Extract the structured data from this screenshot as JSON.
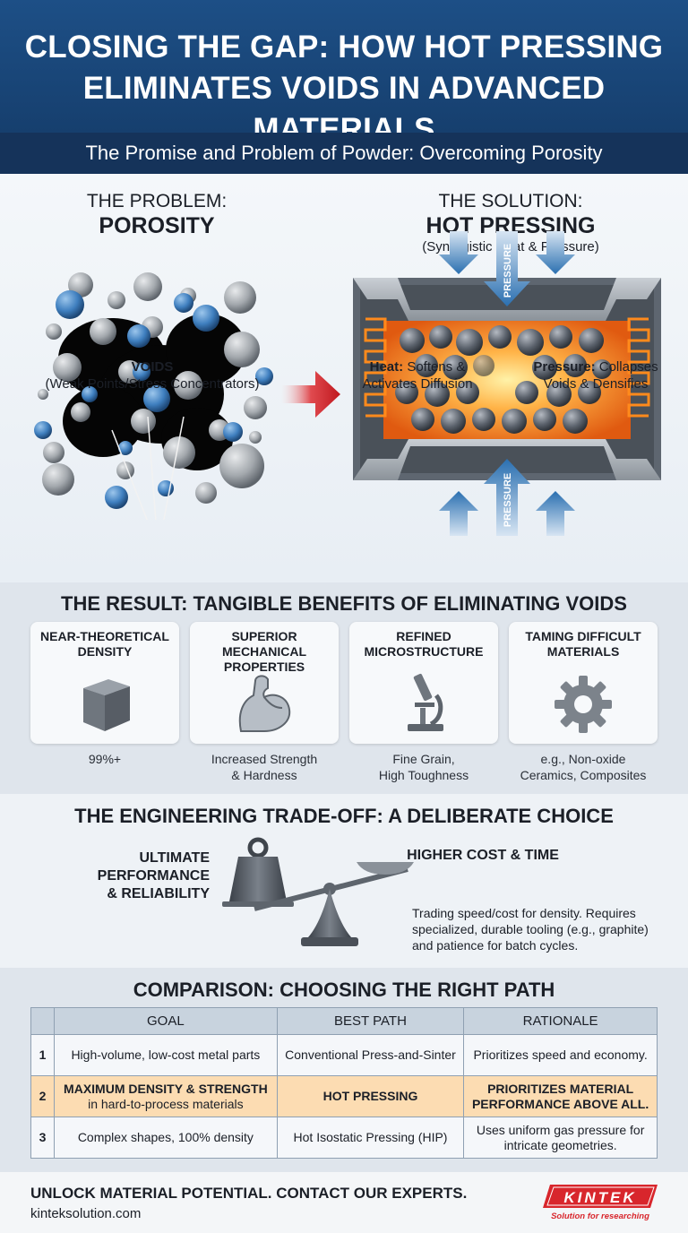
{
  "header": {
    "title_line1": "CLOSING THE GAP: HOW HOT PRESSING",
    "title_line2": "ELIMINATES VOIDS IN ADVANCED MATERIALS",
    "subtitle": "The Promise and Problem of Powder: Overcoming Porosity"
  },
  "problem": {
    "label": "THE PROBLEM:",
    "title": "POROSITY",
    "voids_title": "VOIDS",
    "voids_desc": "(Weak Points/Stress Concentrators)"
  },
  "solution": {
    "label": "THE SOLUTION:",
    "title": "HOT PRESSING",
    "subtitle": "(Synergistic Heat & Pressure)",
    "pressure_arrow_label": "PRESSURE",
    "heat_title": "Heat:",
    "heat_desc_1": "Softens &",
    "heat_desc_2": "Activates Diffusion",
    "pressure_title": "Pressure:",
    "pressure_desc_1": "Collapses",
    "pressure_desc_2": "Voids & Densifies"
  },
  "result": {
    "title": "THE RESULT: TANGIBLE BENEFITS OF ELIMINATING VOIDS",
    "cards": [
      {
        "title_1": "NEAR-THEORETICAL",
        "title_2": "DENSITY",
        "icon": "cube-icon",
        "desc_1": "99%+",
        "desc_2": ""
      },
      {
        "title_1": "SUPERIOR MECHANICAL",
        "title_2": "PROPERTIES",
        "icon": "flexed-arm-icon",
        "desc_1": "Increased Strength",
        "desc_2": "& Hardness"
      },
      {
        "title_1": "REFINED",
        "title_2": "MICROSTRUCTURE",
        "icon": "microscope-icon",
        "desc_1": "Fine Grain,",
        "desc_2": "High Toughness"
      },
      {
        "title_1": "TAMING DIFFICULT",
        "title_2": "MATERIALS",
        "icon": "gear-icon",
        "desc_1": "e.g., Non-oxide",
        "desc_2": "Ceramics, Composites"
      }
    ]
  },
  "tradeoff": {
    "title": "THE ENGINEERING TRADE-OFF: A DELIBERATE CHOICE",
    "left_1": "ULTIMATE",
    "left_2": "PERFORMANCE",
    "left_3": "& RELIABILITY",
    "right": "HIGHER COST & TIME",
    "desc_1": "Trading speed/cost for density. Requires",
    "desc_2": "specialized, durable tooling (e.g., graphite)",
    "desc_3": "and patience for batch cycles."
  },
  "comparison": {
    "title": "COMPARISON: CHOOSING THE RIGHT PATH",
    "headers": [
      "",
      "GOAL",
      "BEST PATH",
      "RATIONALE"
    ],
    "rows": [
      {
        "num": "1",
        "goal": "High-volume, low-cost metal parts",
        "goal_sub": "",
        "path": "Conventional Press-and-Sinter",
        "rationale_1": "Prioritizes speed and economy.",
        "rationale_2": ""
      },
      {
        "num": "2",
        "goal": "MAXIMUM DENSITY & STRENGTH",
        "goal_sub": "in hard-to-process materials",
        "path": "HOT PRESSING",
        "rationale_1": "PRIORITIZES MATERIAL",
        "rationale_2": "PERFORMANCE ABOVE ALL."
      },
      {
        "num": "3",
        "goal": "Complex shapes, 100% density",
        "goal_sub": "",
        "path": "Hot Isostatic Pressing (HIP)",
        "rationale_1": "Uses uniform gas pressure for",
        "rationale_2": "intricate geometries."
      }
    ]
  },
  "footer": {
    "cta": "UNLOCK MATERIAL POTENTIAL. CONTACT OUR EXPERTS.",
    "website": "kinteksolution.com",
    "logo_text": "KINTEK",
    "logo_tagline": "Solution for researching"
  },
  "colors": {
    "header_blue": "#1d4f86",
    "subheader_navy": "#15335a",
    "arrow_red": "#d8262c",
    "pressure_blue": "#2a6fb0",
    "highlight_orange": "#fcdcb2",
    "heat_orange": "#ff8a1c"
  }
}
